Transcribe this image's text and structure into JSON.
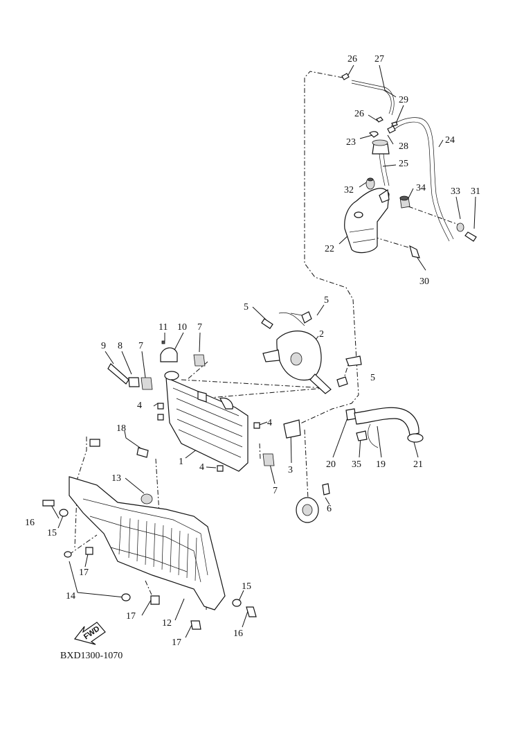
{
  "diagram": {
    "drawing_code": "BXD1300-1070",
    "direction_label": "FWD",
    "callouts": {
      "n1": "1",
      "n2": "2",
      "n3": "3",
      "n4a": "4",
      "n4b": "4",
      "n4c": "4",
      "n5a": "5",
      "n5b": "5",
      "n5c": "5",
      "n6": "6",
      "n7a": "7",
      "n7b": "7",
      "n7c": "7",
      "n8": "8",
      "n9": "9",
      "n10": "10",
      "n11": "11",
      "n12": "12",
      "n13": "13",
      "n14": "14",
      "n15a": "15",
      "n15b": "15",
      "n16a": "16",
      "n16b": "16",
      "n17a": "17",
      "n17b": "17",
      "n17c": "17",
      "n18": "18",
      "n19": "19",
      "n20": "20",
      "n21": "21",
      "n22": "22",
      "n23": "23",
      "n24": "24",
      "n25": "25",
      "n26a": "26",
      "n26b": "26",
      "n27": "27",
      "n28": "28",
      "n29": "29",
      "n30": "30",
      "n31": "31",
      "n32": "32",
      "n33": "33",
      "n34": "34",
      "n35": "35"
    }
  }
}
